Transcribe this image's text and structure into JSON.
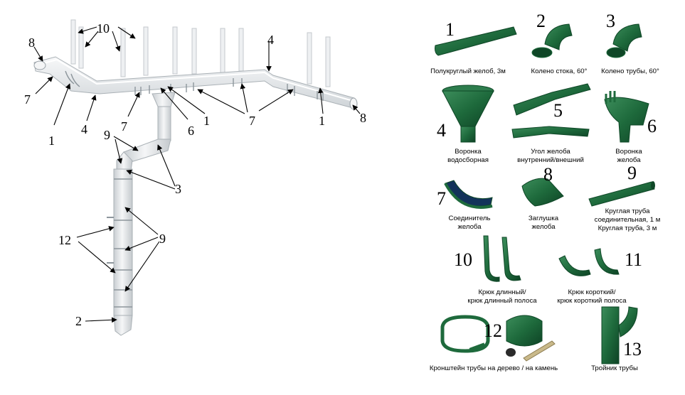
{
  "colors": {
    "green": "#1e6a3c",
    "green_dark": "#0f4727",
    "green_light": "#4fa070",
    "pipe": "#e9ecee",
    "pipe_edge": "#b9bfc4"
  },
  "diagram": {
    "callouts": {
      "c10": "10",
      "c8a": "8",
      "c7a": "7",
      "c1a": "1",
      "c4a": "4",
      "c4b": "4",
      "c7b": "7",
      "c6": "6",
      "c1b": "1",
      "c7c": "7",
      "c1c": "1",
      "c8b": "8",
      "c9a": "9",
      "c3": "3",
      "c12": "12",
      "c9b": "9",
      "c2": "2"
    }
  },
  "catalog": {
    "items": [
      {
        "num": "1",
        "lines": [
          "Полукруглый желоб, 3м"
        ]
      },
      {
        "num": "2",
        "lines": [
          "Колено стока, 60°"
        ]
      },
      {
        "num": "3",
        "lines": [
          "Колено трубы, 60°"
        ]
      },
      {
        "num": "4",
        "lines": [
          "Воронка",
          "водосборная"
        ]
      },
      {
        "num": "5",
        "lines": [
          "Угол желоба",
          "внутренний/внешний"
        ]
      },
      {
        "num": "6",
        "lines": [
          "Воронка",
          "желоба"
        ]
      },
      {
        "num": "7",
        "lines": [
          "Соединитель",
          "желоба"
        ]
      },
      {
        "num": "8",
        "lines": [
          "Заглушка",
          "желоба"
        ]
      },
      {
        "num": "9",
        "lines": [
          "Круглая труба",
          "соединительная, 1 м",
          "Круглая труба, 3 м"
        ]
      },
      {
        "num": "10",
        "lines": [
          "Крюк длинный/",
          "крюк длинный полоса"
        ]
      },
      {
        "num": "11",
        "lines": [
          "Крюк короткий/",
          "крюк короткий полоса"
        ]
      },
      {
        "num": "12",
        "lines": [
          "Кронштейн трубы на дерево / на камень"
        ]
      },
      {
        "num": "13",
        "lines": [
          "Тройник трубы"
        ]
      }
    ]
  }
}
